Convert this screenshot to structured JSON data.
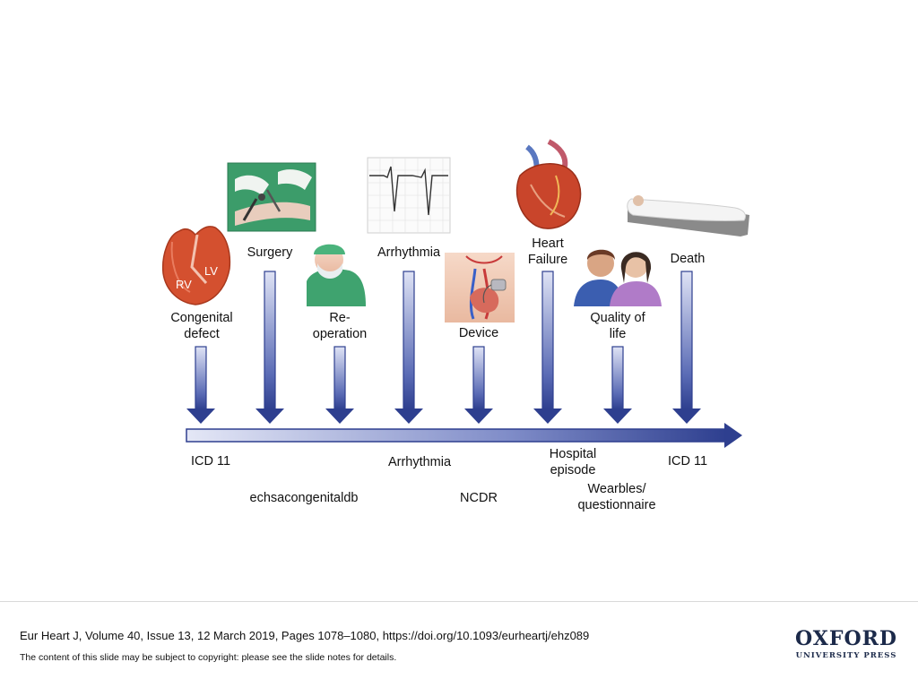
{
  "events": {
    "congenital": "Congenital\ndefect",
    "surgery": "Surgery",
    "reoperation": "Re-\noperation",
    "arrhythmia": "Arrhythmia",
    "device": "Device",
    "heart_failure": "Heart\nFailure",
    "quality_of_life": "Quality of\nlife",
    "death": "Death"
  },
  "heart_labels": {
    "rv": "RV",
    "lv": "LV"
  },
  "sources": {
    "icd11_left": "ICD 11",
    "echsa": "echsacongenitaldb",
    "arrhythmia": "Arrhythmia",
    "ncdr": "NCDR",
    "hospital": "Hospital\nepisode",
    "wearables": "Wearbles/\nquestionnaire",
    "icd11_right": "ICD 11"
  },
  "footer": {
    "citation": "Eur Heart J, Volume 40, Issue 13, 12 March 2019, Pages 1078–1080, https://doi.org/10.1093/eurheartj/ehz089",
    "copyright": "The content of this slide may be subject to copyright: please see the slide notes for details.",
    "logo_main": "OXFORD",
    "logo_sub": "UNIVERSITY PRESS"
  },
  "colors": {
    "arrow_dark": "#2e3f8f",
    "arrow_light": "#dfe3f5",
    "heart_red": "#d4502f"
  }
}
